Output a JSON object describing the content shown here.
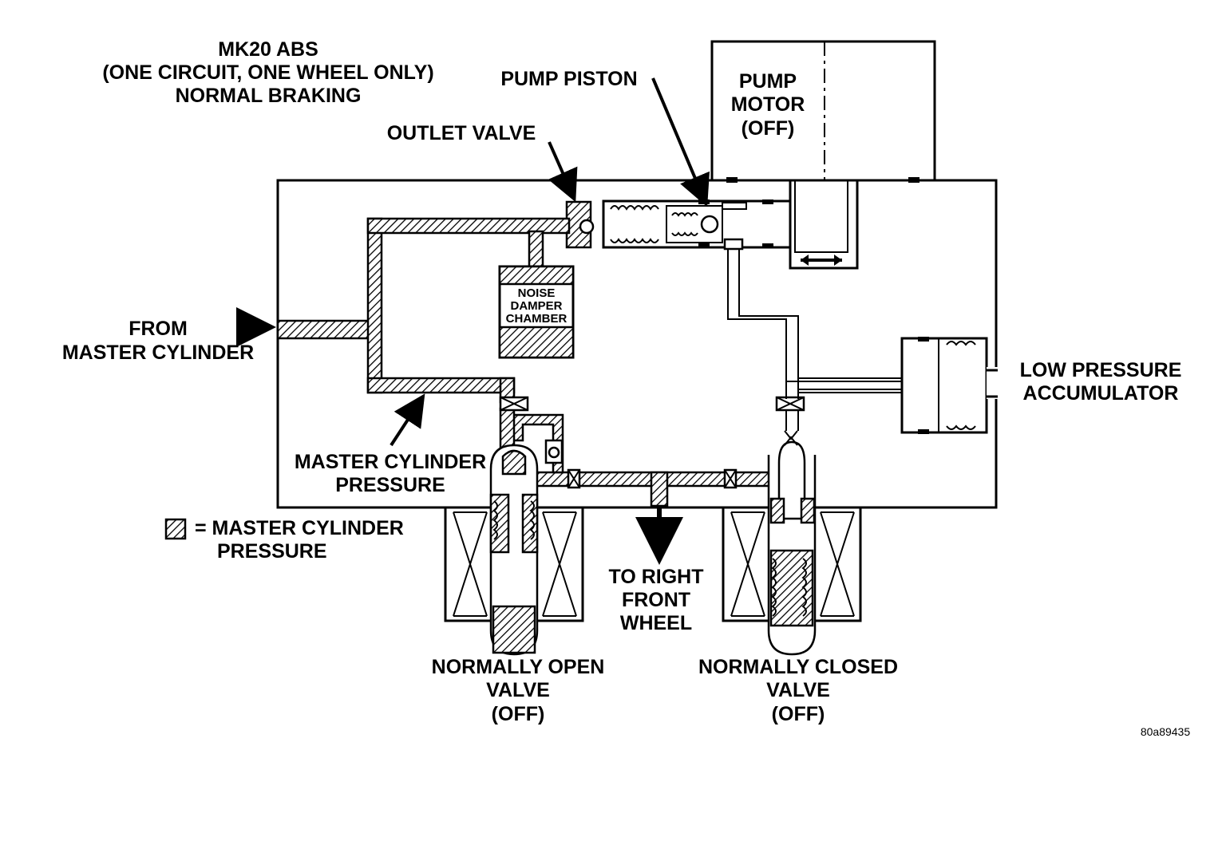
{
  "title": {
    "line1": "MK20 ABS",
    "line2": "(ONE CIRCUIT, ONE WHEEL ONLY)",
    "line3": "NORMAL BRAKING"
  },
  "labels": {
    "pump_piston": "PUMP PISTON",
    "pump_motor_1": "PUMP",
    "pump_motor_2": "MOTOR",
    "pump_motor_3": "(OFF)",
    "outlet_valve": "OUTLET VALVE",
    "noise_damper_1": "NOISE",
    "noise_damper_2": "DAMPER",
    "noise_damper_3": "CHAMBER",
    "from_master_1": "FROM",
    "from_master_2": "MASTER CYLINDER",
    "low_pressure_1": "LOW PRESSURE",
    "low_pressure_2": "ACCUMULATOR",
    "mc_pressure_1": "MASTER CYLINDER",
    "mc_pressure_2": "PRESSURE",
    "legend_1": "= MASTER CYLINDER",
    "legend_2": "PRESSURE",
    "right_front_1": "TO RIGHT",
    "right_front_2": "FRONT",
    "right_front_3": "WHEEL",
    "no_valve_1": "NORMALLY OPEN",
    "no_valve_2": "VALVE",
    "no_valve_3": "(OFF)",
    "nc_valve_1": "NORMALLY CLOSED",
    "nc_valve_2": "VALVE",
    "nc_valve_3": "(OFF)",
    "figure_code": "80a89435"
  }
}
